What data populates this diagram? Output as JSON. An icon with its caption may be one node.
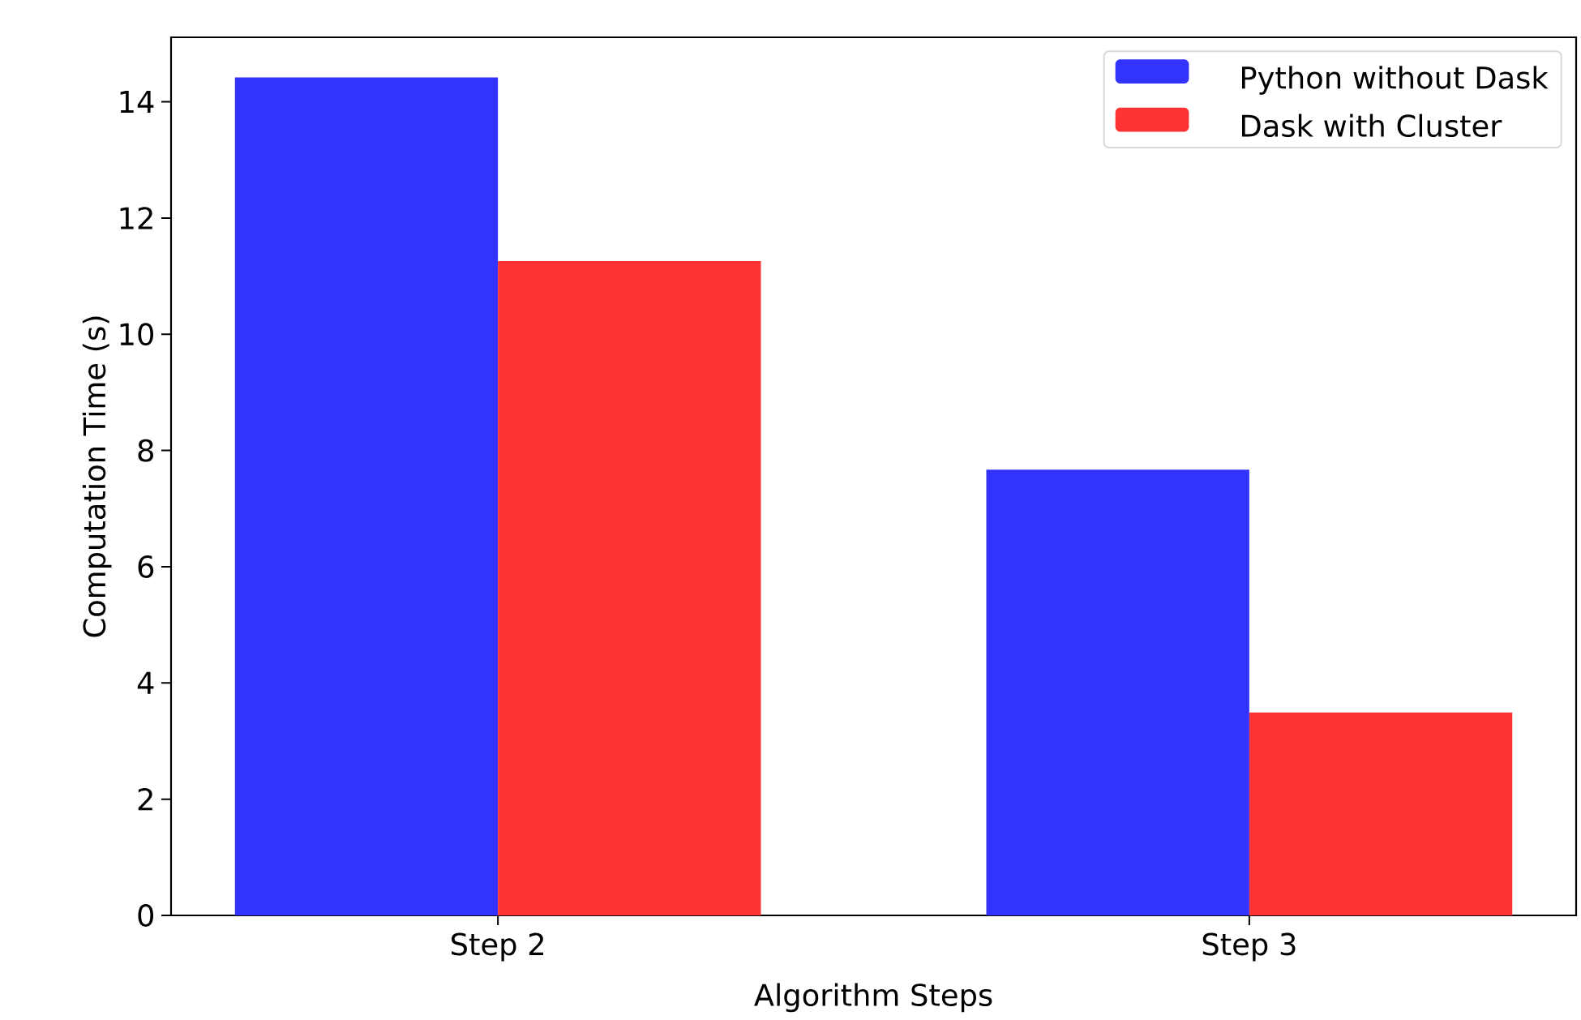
{
  "diagram": {
    "chart_data": {
      "type": "bar",
      "xlabel": "Algorithm Steps",
      "ylabel": "Computation Time (s)",
      "categories": [
        "Step 2",
        "Step 3"
      ],
      "series": [
        {
          "name": "Python without Dask",
          "color": "#3333ff",
          "values": [
            14.42,
            7.67
          ]
        },
        {
          "name": "Dask with Cluster",
          "color": "#ff3333",
          "values": [
            11.26,
            3.49
          ]
        }
      ],
      "legend": "upper right",
      "ylim": [
        0,
        15.11
      ],
      "yticks": [
        0,
        2,
        4,
        6,
        8,
        10,
        12,
        14
      ]
    }
  }
}
